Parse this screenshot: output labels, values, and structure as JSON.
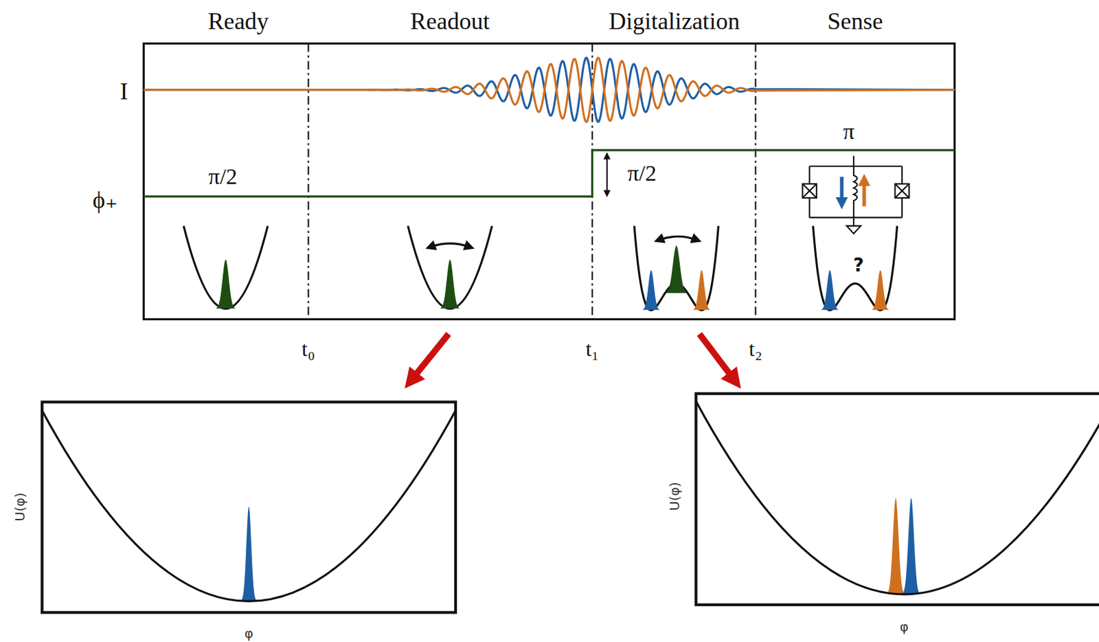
{
  "diagram": {
    "labels": [
      "Ready",
      "Readout",
      "Digitalization",
      "Sense",
      "I",
      "ϕ₊",
      "π/2",
      "π/2",
      "π",
      "?",
      "t₀",
      "t₁",
      "t₂",
      "U(φ)",
      "φ",
      "U(φ)",
      "φ"
    ]
  }
}
